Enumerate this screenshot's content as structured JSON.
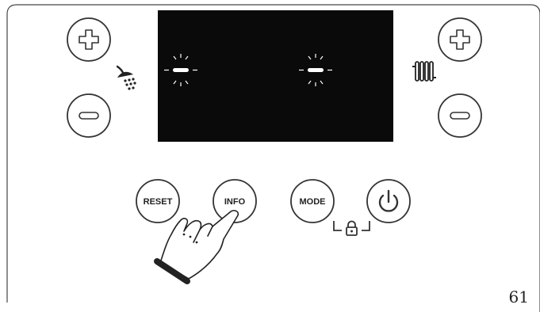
{
  "buttons": {
    "reset_label": "RESET",
    "info_label": "INFO",
    "mode_label": "MODE"
  },
  "icons": {
    "dhw_plus": "plus-icon",
    "dhw_minus": "minus-icon",
    "heating_plus": "plus-icon",
    "heating_minus": "minus-icon",
    "shower": "shower-icon",
    "radiator": "radiator-icon",
    "power": "power-icon",
    "lock": "padlock-icon",
    "hand": "hand-pointer-icon"
  },
  "display": {
    "left_reading": "–",
    "right_reading": "–",
    "blinking": true
  },
  "colors": {
    "display_background": "#0a0a0a",
    "display_segment": "#ffffff",
    "outline": "#333333"
  },
  "page_number": "61"
}
